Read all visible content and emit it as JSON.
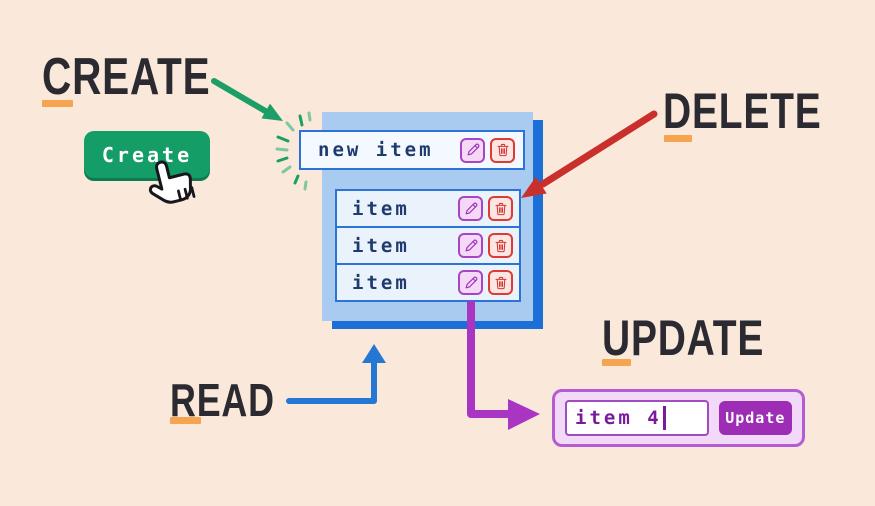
{
  "headings": {
    "create": "CREATE",
    "delete": "DELETE",
    "update": "UPDATE",
    "read": "READ"
  },
  "create_section": {
    "button_label": "Create"
  },
  "list_panel": {
    "new_item_label": "new item",
    "items": [
      {
        "label": "item"
      },
      {
        "label": "item"
      },
      {
        "label": "item"
      }
    ]
  },
  "update_section": {
    "input_value": "item 4",
    "button_label": "Update"
  },
  "icons": {
    "edit": "pencil-icon",
    "delete": "trash-icon",
    "pointer": "hand-cursor-icon"
  },
  "colors": {
    "background": "#FAE9DA",
    "heading_text": "#2B2A31",
    "underline_orange": "#F6A44F",
    "green": "#149D66",
    "red": "#C9302C",
    "blue": "#2478D4",
    "purple": "#A935C2",
    "panel_fill": "#A9CBEF",
    "panel_shadow": "#1B6FD6",
    "row_border": "#2B72D9",
    "row_text_navy": "#1E3A6E",
    "update_widget_fill": "#F2D9F8",
    "update_button_fill": "#9C2DB4"
  }
}
